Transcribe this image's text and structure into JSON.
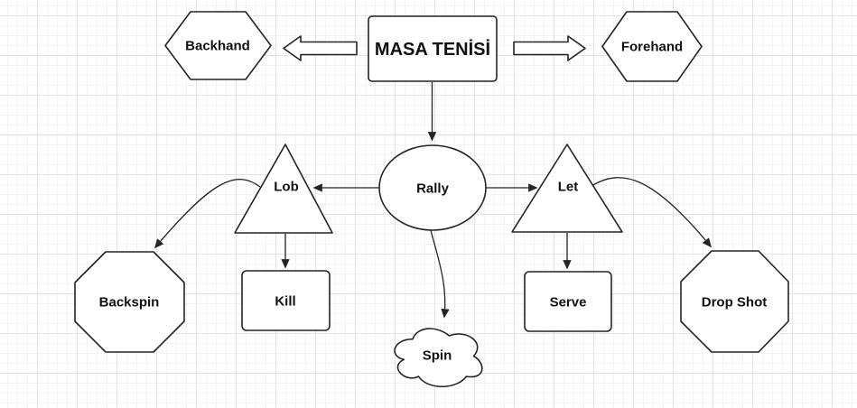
{
  "nodes": {
    "title": {
      "label": "MASA TENİSİ",
      "shape": "rectangle"
    },
    "backhand": {
      "label": "Backhand",
      "shape": "hexagon"
    },
    "forehand": {
      "label": "Forehand",
      "shape": "hexagon"
    },
    "rally": {
      "label": "Rally",
      "shape": "ellipse"
    },
    "lob": {
      "label": "Lob",
      "shape": "triangle"
    },
    "let": {
      "label": "Let",
      "shape": "triangle"
    },
    "kill": {
      "label": "Kill",
      "shape": "rectangle"
    },
    "serve": {
      "label": "Serve",
      "shape": "rectangle"
    },
    "backspin": {
      "label": "Backspin",
      "shape": "octagon"
    },
    "drop_shot": {
      "label": "Drop Shot",
      "shape": "octagon"
    },
    "spin": {
      "label": "Spin",
      "shape": "cloud"
    }
  },
  "edges": [
    {
      "from": "MASA TENİSİ",
      "to": "Backhand",
      "style": "block-arrow-left"
    },
    {
      "from": "MASA TENİSİ",
      "to": "Forehand",
      "style": "block-arrow-right"
    },
    {
      "from": "MASA TENİSİ",
      "to": "Rally",
      "style": "straight-arrow"
    },
    {
      "from": "Rally",
      "to": "Lob",
      "style": "straight-arrow"
    },
    {
      "from": "Rally",
      "to": "Let",
      "style": "straight-arrow"
    },
    {
      "from": "Lob",
      "to": "Kill",
      "style": "straight-arrow"
    },
    {
      "from": "Let",
      "to": "Serve",
      "style": "straight-arrow"
    },
    {
      "from": "Lob",
      "to": "Backspin",
      "style": "curved-arrow"
    },
    {
      "from": "Let",
      "to": "Drop Shot",
      "style": "curved-arrow"
    },
    {
      "from": "Rally",
      "to": "Spin",
      "style": "curved-arrow"
    }
  ],
  "colors": {
    "background": "#ffffff",
    "grid_minor": "#f3f3f3",
    "grid_major": "#e4e4e4",
    "shape_fill": "#ffffff",
    "shape_stroke": "#242424",
    "text": "#111111"
  }
}
